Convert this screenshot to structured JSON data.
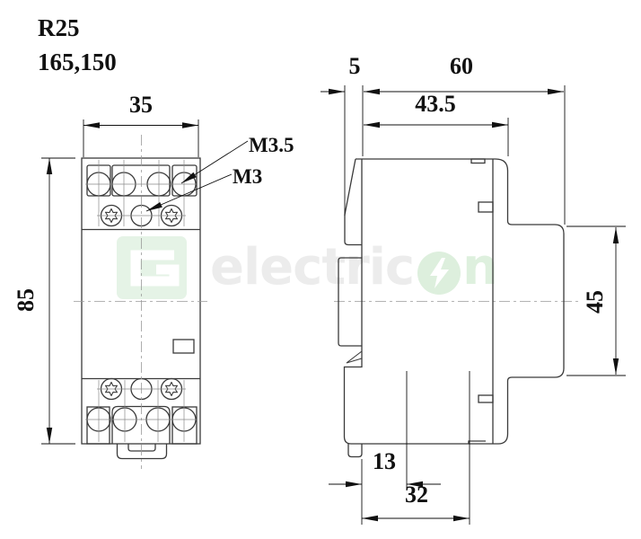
{
  "title": {
    "model": "R25",
    "code": "165,150"
  },
  "front_view": {
    "dim_width": "35",
    "dim_height": "85",
    "screw_label_terminal": "M3.5",
    "screw_label_fixing": "M3"
  },
  "side_view": {
    "dim_clip_offset": "5",
    "dim_total_depth": "60",
    "dim_body_depth": "43.5",
    "dim_face_height": "45",
    "dim_foot_offset": "13",
    "dim_rail_width": "32"
  },
  "watermark": {
    "text_gray": "electric",
    "text_green": "n",
    "logo_letter": "G"
  },
  "colors": {
    "line": "#3a3a3a",
    "thin_line": "#4a4a4a",
    "centerline": "#9a9a9a",
    "text": "#111111",
    "watermark_gray": "#ececec",
    "watermark_green": "#ddefdd",
    "logo_square_green": "#e5f3e6"
  }
}
